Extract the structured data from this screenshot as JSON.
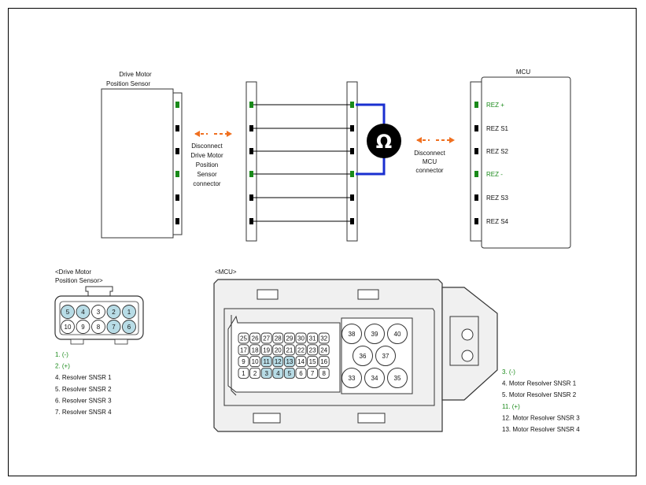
{
  "labels": {
    "sensor_title_1": "Drive Motor",
    "sensor_title_2": "Position Sensor",
    "disconnect_sensor": [
      "Disconnect",
      "Drive Motor",
      "Position",
      "Sensor",
      "connector"
    ],
    "disconnect_mcu": [
      "Disconnect",
      "MCU",
      "connector"
    ],
    "mcu_title": "MCU",
    "ohm_symbol": "Ω",
    "sensor_conn_title_1": "<Drive Motor",
    "sensor_conn_title_2": "Position Sensor>",
    "mcu_conn_title": "<MCU>"
  },
  "mcu_pins": [
    {
      "label": "REZ +",
      "green": true
    },
    {
      "label": "REZ S1",
      "green": false
    },
    {
      "label": "REZ S2",
      "green": false
    },
    {
      "label": "REZ -",
      "green": true
    },
    {
      "label": "REZ S3",
      "green": false
    },
    {
      "label": "REZ S4",
      "green": false
    }
  ],
  "sensor_connector": {
    "top_row": [
      "5",
      "4",
      "3",
      "2",
      "1"
    ],
    "bottom_row": [
      "10",
      "9",
      "8",
      "7",
      "6"
    ],
    "highlighted": [
      "5",
      "4",
      "2",
      "1",
      "7",
      "6"
    ]
  },
  "mcu_connector": {
    "rows": [
      [
        "25",
        "26",
        "27",
        "28",
        "29",
        "30",
        "31",
        "32"
      ],
      [
        "17",
        "18",
        "19",
        "20",
        "21",
        "22",
        "23",
        "24"
      ],
      [
        "9",
        "10",
        "11",
        "12",
        "13",
        "14",
        "15",
        "16"
      ],
      [
        "1",
        "2",
        "3",
        "4",
        "5",
        "6",
        "7",
        "8"
      ]
    ],
    "large_pins": [
      "38",
      "39",
      "40",
      "36",
      "37",
      "33",
      "34",
      "35"
    ],
    "highlighted": [
      "11",
      "12",
      "13",
      "3",
      "4",
      "5"
    ]
  },
  "sensor_pin_list": [
    {
      "text": "1. (-)",
      "green": true
    },
    {
      "text": "2. (+)",
      "green": true
    },
    {
      "text": "4. Resolver SNSR 1",
      "green": false
    },
    {
      "text": "5. Resolver SNSR 2",
      "green": false
    },
    {
      "text": "6. Resolver SNSR 3",
      "green": false
    },
    {
      "text": "7. Resolver SNSR 4",
      "green": false
    }
  ],
  "mcu_pin_list": [
    {
      "text": "3. (-)",
      "green": true
    },
    {
      "text": "4. Motor Resolver SNSR 1",
      "green": false
    },
    {
      "text": "5. Motor Resolver SNSR 2",
      "green": false
    },
    {
      "text": "11. (+)",
      "green": true
    },
    {
      "text": "12. Motor Resolver SNSR 3",
      "green": false
    },
    {
      "text": "13. Motor Resolver SNSR 4",
      "green": false
    }
  ],
  "colors": {
    "green": "#1a8a1a",
    "arrow": "#f07020",
    "probe_wire": "#1a2fd0",
    "pin_highlight": "#b8dce6",
    "connector_body": "#f0f0f0"
  }
}
